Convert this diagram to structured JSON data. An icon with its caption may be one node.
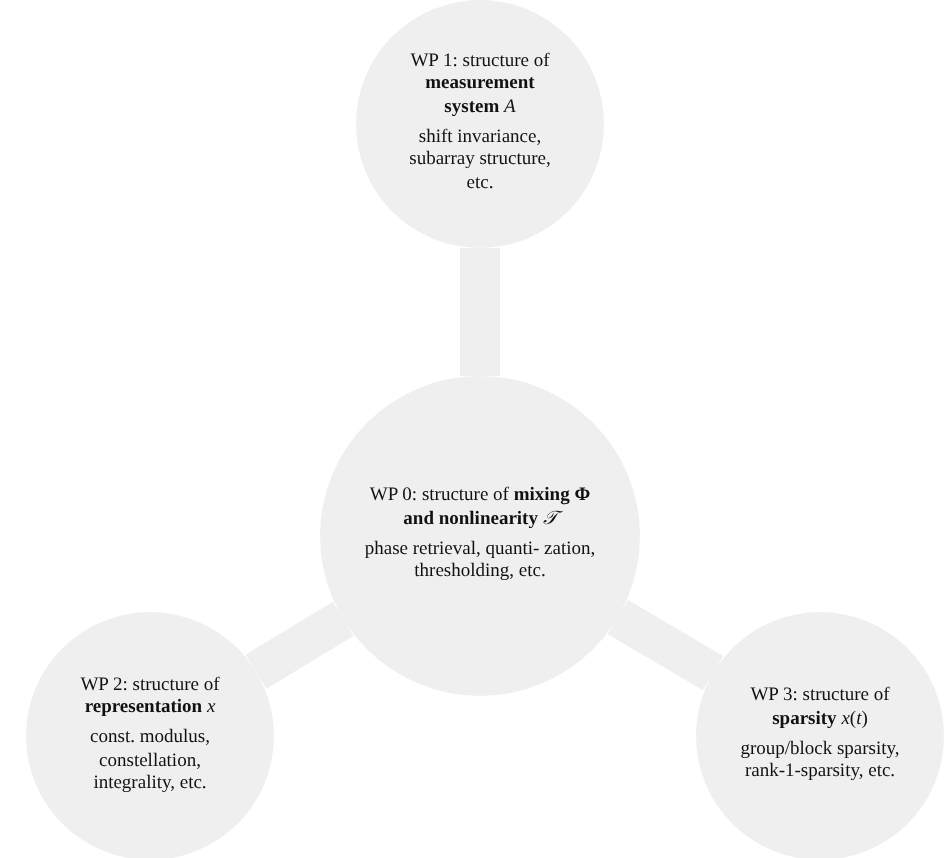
{
  "diagram": {
    "nodes": [
      {
        "text": [
          "WP 1: structure of **measurement system** *A*",
          "shift invariance, subarray structure, etc."
        ]
      },
      {
        "text": [
          "WP 0: structure of **mixing Φ and nonlinearity** *𝒯*",
          "phase retrieval, quanti- zation, thresholding, etc."
        ]
      },
      {
        "text": [
          "WP 2: structure of **representation** *x*",
          "const. modulus, constellation, integrality, etc."
        ]
      },
      {
        "text": [
          "WP 3: structure of **sparsity** *x*(*t*)",
          "group/block sparsity, rank-1-sparsity, etc."
        ]
      }
    ],
    "edges": [
      {
        "from": 1,
        "to": 0,
        "arrow": "none"
      },
      {
        "from": 1,
        "to": 2,
        "arrow": "none"
      },
      {
        "from": 1,
        "to": 3,
        "arrow": "none"
      }
    ]
  }
}
